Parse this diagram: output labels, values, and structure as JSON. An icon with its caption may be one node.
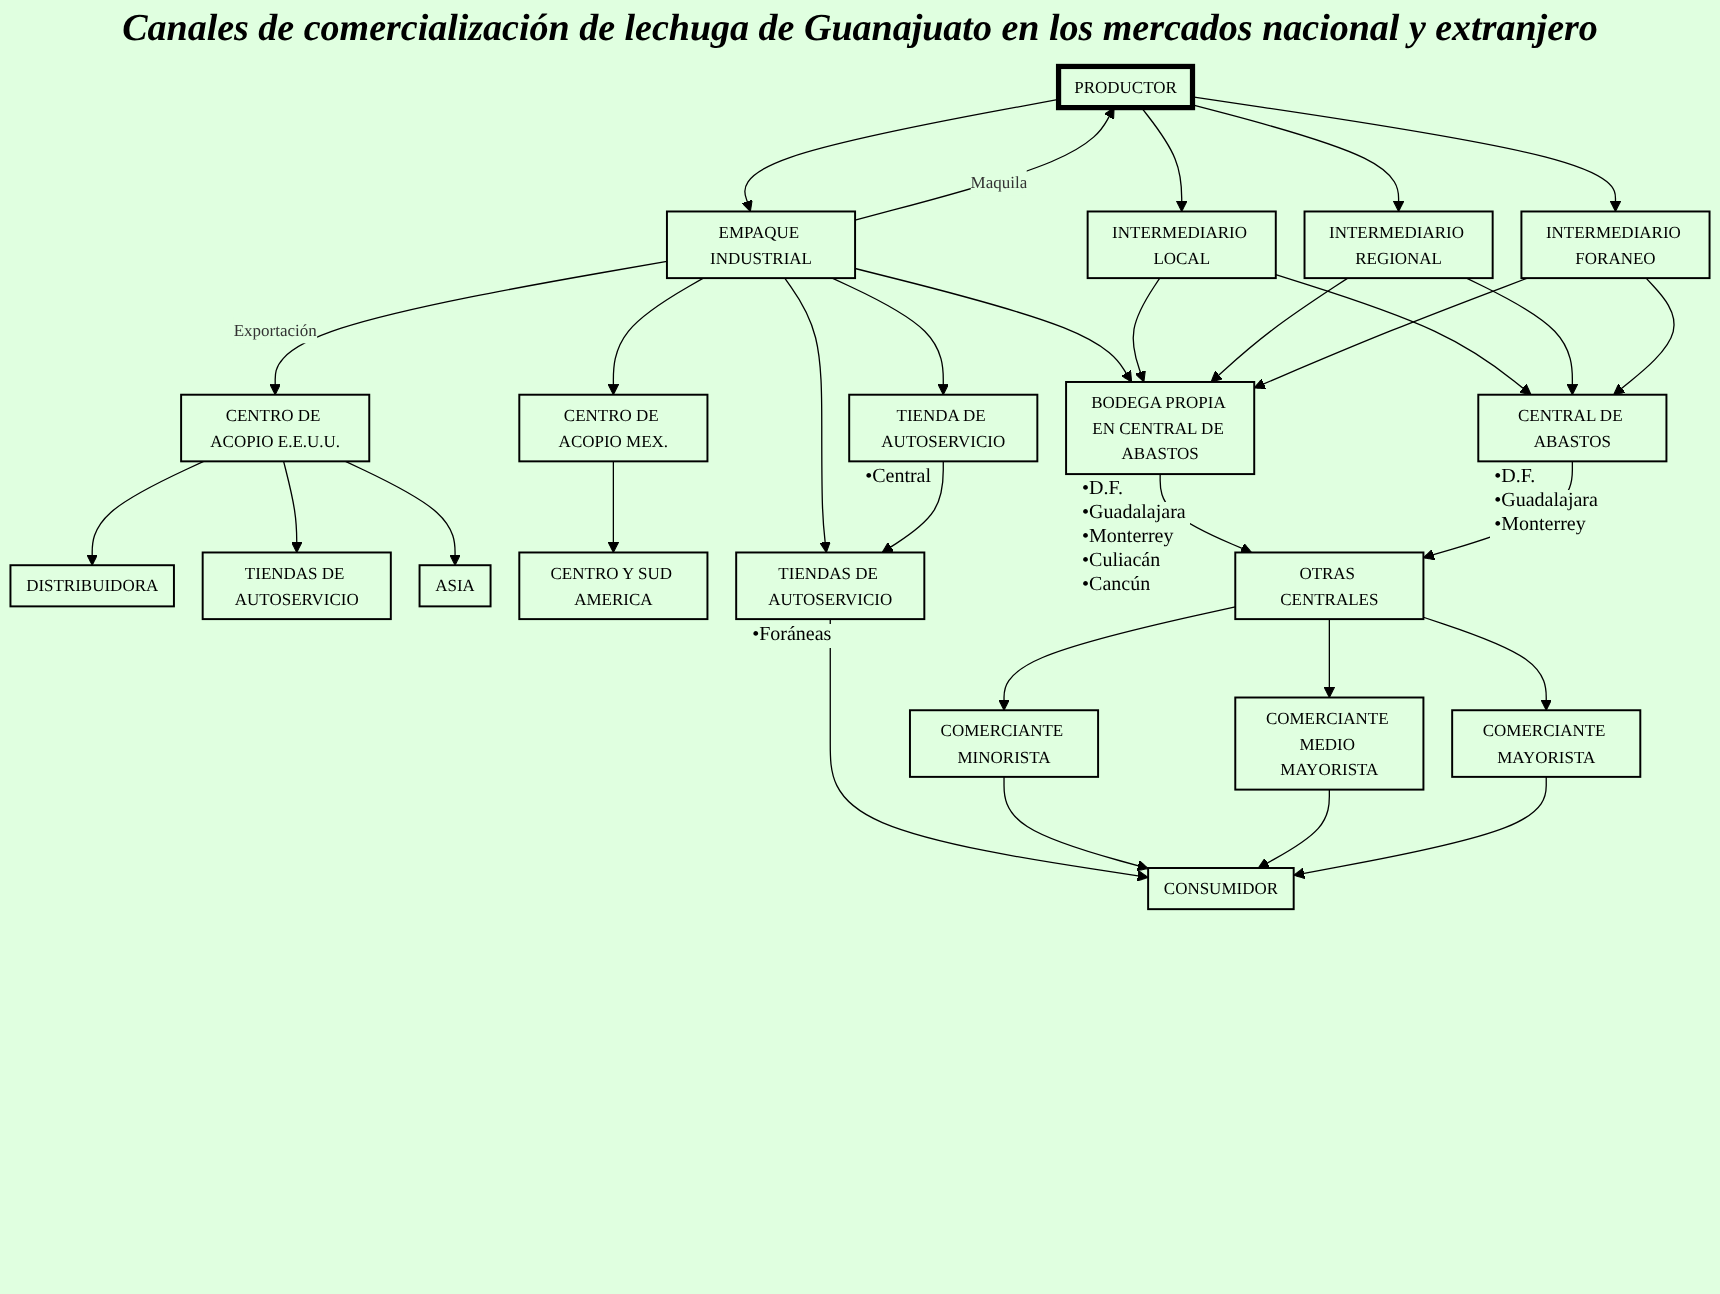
{
  "diagram": {
    "title": "Canales de comercialización de lechuga de Guanajuato en los mercados nacional y extranjero",
    "nodes": [
      {
        "text": [
          "PRODUCTOR"
        ]
      },
      {
        "text": [
          "EMPAQUE INDUSTRIAL"
        ]
      },
      {
        "text": [
          "INTERMEDIARIO LOCAL"
        ]
      },
      {
        "text": [
          "INTERMEDIARIO REGIONAL"
        ]
      },
      {
        "text": [
          "INTERMEDIARIO FORANEO"
        ]
      },
      {
        "text": [
          "CENTRO DE ACOPIO E.E.U.U."
        ]
      },
      {
        "text": [
          "CENTRO DE ACOPIO MEX."
        ]
      },
      {
        "text": [
          "TIENDA DE AUTOSERVICIO"
        ],
        "beside": [
          "•Central"
        ]
      },
      {
        "text": [
          "BODEGA PROPIA EN CENTRAL DE ABASTOS"
        ],
        "beside": [
          "•D.F.",
          "•Guadalajara",
          "•Monterrey",
          "•Culiacán",
          "•Cancún"
        ]
      },
      {
        "text": [
          "CENTRAL DE ABASTOS"
        ],
        "beside": [
          "•D.F.",
          "•Guadalajara",
          "•Monterrey"
        ]
      },
      {
        "text": [
          "DISTRIBUIDORA"
        ]
      },
      {
        "text": [
          "TIENDAS DE AUTOSERVICIO"
        ]
      },
      {
        "text": [
          "ASIA"
        ]
      },
      {
        "text": [
          "CENTRO Y SUD AMERICA"
        ]
      },
      {
        "text": [
          "TIENDAS DE AUTOSERVICIO"
        ],
        "beside": [
          "•Foráneas"
        ]
      },
      {
        "text": [
          "OTRAS CENTRALES"
        ]
      },
      {
        "text": [
          "COMERCIANTE MINORISTA"
        ]
      },
      {
        "text": [
          "COMERCIANTE MEDIO MAYORISTA"
        ]
      },
      {
        "text": [
          "COMERCIANTE MAYORISTA"
        ]
      },
      {
        "text": [
          "CONSUMIDOR"
        ]
      }
    ],
    "edges": [
      {
        "from": 0,
        "to": 1,
        "arrow": "to"
      },
      {
        "from": 1,
        "to": 0,
        "arrow": "to",
        "label": "Maquila"
      },
      {
        "from": 0,
        "to": 2,
        "arrow": "to"
      },
      {
        "from": 0,
        "to": 3,
        "arrow": "to"
      },
      {
        "from": 0,
        "to": 4,
        "arrow": "to"
      },
      {
        "from": 1,
        "to": 5,
        "arrow": "to",
        "label": "Exportación"
      },
      {
        "from": 1,
        "to": 6,
        "arrow": "to"
      },
      {
        "from": 1,
        "to": 7,
        "arrow": "to"
      },
      {
        "from": 1,
        "to": 8,
        "arrow": "to"
      },
      {
        "from": 1,
        "to": 14,
        "arrow": "to"
      },
      {
        "from": 2,
        "to": 8,
        "arrow": "to"
      },
      {
        "from": 2,
        "to": 9,
        "arrow": "to"
      },
      {
        "from": 3,
        "to": 8,
        "arrow": "to"
      },
      {
        "from": 3,
        "to": 9,
        "arrow": "to"
      },
      {
        "from": 4,
        "to": 8,
        "arrow": "to"
      },
      {
        "from": 4,
        "to": 9,
        "arrow": "to"
      },
      {
        "from": 5,
        "to": 10,
        "arrow": "to"
      },
      {
        "from": 5,
        "to": 11,
        "arrow": "to"
      },
      {
        "from": 5,
        "to": 12,
        "arrow": "to"
      },
      {
        "from": 6,
        "to": 13,
        "arrow": "to"
      },
      {
        "from": 7,
        "to": 14,
        "arrow": "to"
      },
      {
        "from": 8,
        "to": 15,
        "arrow": "to"
      },
      {
        "from": 9,
        "to": 15,
        "arrow": "to"
      },
      {
        "from": 15,
        "to": 16,
        "arrow": "to"
      },
      {
        "from": 15,
        "to": 17,
        "arrow": "to"
      },
      {
        "from": 15,
        "to": 18,
        "arrow": "to"
      },
      {
        "from": 14,
        "to": 19,
        "arrow": "to"
      },
      {
        "from": 16,
        "to": 19,
        "arrow": "to"
      },
      {
        "from": 17,
        "to": 19,
        "arrow": "to"
      },
      {
        "from": 18,
        "to": 19,
        "arrow": "to"
      }
    ]
  }
}
